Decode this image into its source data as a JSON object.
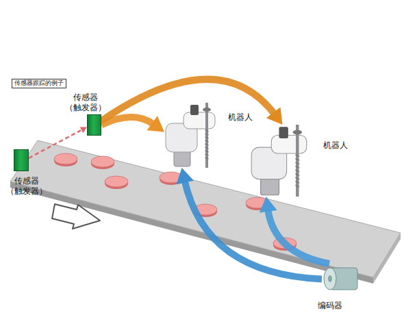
{
  "diagram": {
    "title": "传感器跟踪的例子",
    "nodes": [
      {
        "text": [
          "传感器 （触发器）"
        ]
      },
      {
        "text": [
          "传感器 （触发器）"
        ]
      },
      {
        "text": [
          "机器人"
        ]
      },
      {
        "text": [
          "机器人"
        ]
      },
      {
        "text": [
          "编码器"
        ]
      }
    ],
    "edges": [
      {
        "from": 1,
        "to": 0,
        "arrow": "to"
      },
      {
        "from": 0,
        "to": 2,
        "arrow": "to"
      },
      {
        "from": 0,
        "to": 3,
        "arrow": "to"
      },
      {
        "from": 4,
        "to": 2,
        "arrow": "to"
      },
      {
        "from": 4,
        "to": 3,
        "arrow": "to"
      }
    ]
  }
}
